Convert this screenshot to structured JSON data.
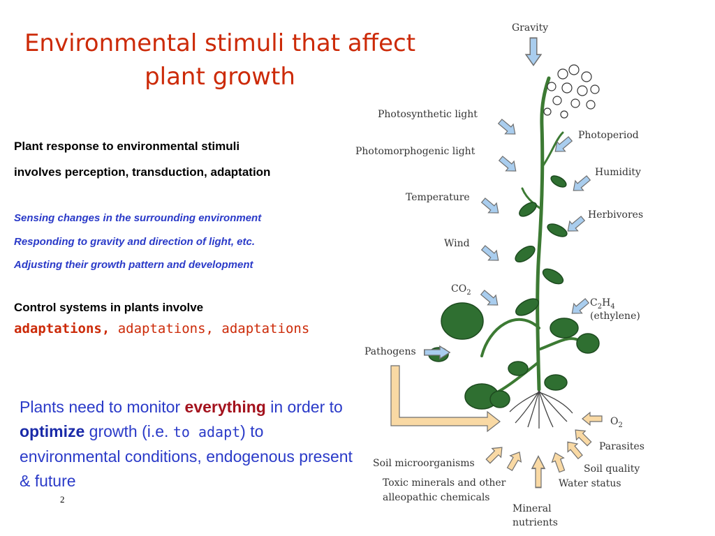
{
  "slide": {
    "title_line1": "Environmental stimuli that affect",
    "title_line2": "plant growth",
    "intro_line1": "Plant response to environmental stimuli",
    "intro_line2": "involves perception, transduction, adaptation",
    "italic_items": [
      "Sensing changes in the surrounding  environment",
      "Responding to gravity and direction of light, etc.",
      "Adjusting their growth pattern and development"
    ],
    "control_heading": "Control systems in plants involve",
    "adapt_bold": "adaptations,",
    "adapt_rest": " adaptations, adaptations",
    "para": {
      "p1": "Plants need to monitor ",
      "everything": "everything",
      "p2": " in order to ",
      "optimize": "optimize",
      "p3": " growth (i.e. ",
      "to_adapt": "to adapt",
      "p4": ") to environmental conditions, endogenous  present & future"
    },
    "page_number": "2"
  },
  "diagram": {
    "labels": {
      "gravity": "Gravity",
      "photosynthetic_light": "Photosynthetic light",
      "photoperiod": "Photoperiod",
      "photomorphogenic_light": "Photomorphogenic light",
      "humidity": "Humidity",
      "temperature": "Temperature",
      "herbivores": "Herbivores",
      "wind": "Wind",
      "co2": "CO",
      "co2_sub": "2",
      "c2h4_c": "C",
      "c2h4_sub1": "2",
      "c2h4_h": "H",
      "c2h4_sub2": "4",
      "ethylene": "(ethylene)",
      "pathogens": "Pathogens",
      "o2": "O",
      "o2_sub": "2",
      "parasites": "Parasites",
      "soil_microorganisms": "Soil microorganisms",
      "soil_quality": "Soil quality",
      "toxic_minerals_1": "Toxic minerals and other",
      "toxic_minerals_2": "alleopathic chemicals",
      "water_status": "Water status",
      "mineral_1": "Mineral",
      "mineral_2": "nutrients"
    },
    "colors": {
      "above_arrow": "#a9cdee",
      "below_arrow": "#f9d9a4",
      "arrow_stroke": "#6f6f6f",
      "leaf": "#2f6f31",
      "stem": "#3c7a33"
    }
  }
}
